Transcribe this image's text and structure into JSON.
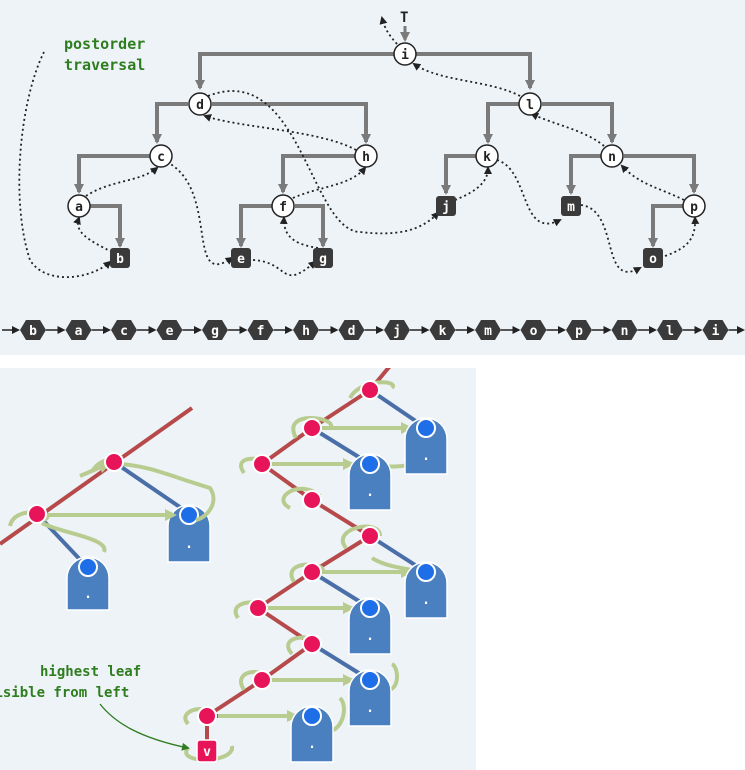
{
  "top_diagram": {
    "caption_lines": [
      "postorder",
      "traversal"
    ],
    "root_pointer_label": "T",
    "colors": {
      "background": "#eef3f8",
      "tree_edge": "#7a7a7a",
      "internal_node_fill": "#ffffff",
      "leaf_node_fill": "#3a3a3a",
      "caption": "#2e7d1f",
      "traversal_path": "#222222"
    },
    "internal_nodes": [
      "i",
      "d",
      "l",
      "c",
      "h",
      "k",
      "n",
      "a",
      "f",
      "p"
    ],
    "leaf_nodes": [
      "b",
      "e",
      "g",
      "j",
      "m",
      "o"
    ],
    "postorder_sequence": [
      "b",
      "a",
      "c",
      "e",
      "g",
      "f",
      "h",
      "d",
      "j",
      "k",
      "m",
      "o",
      "p",
      "n",
      "l",
      "i"
    ]
  },
  "bottom_diagram": {
    "annotation_lines": [
      "highest leaf",
      "visible from left"
    ],
    "marked_leaf_label": "v",
    "colors": {
      "spine_edge": "#b64a4a",
      "right_edge": "#4a6fa8",
      "left_chain_node": "#e8145a",
      "right_child_node": "#1e6ee8",
      "subtree_fill": "#4a7fc0",
      "path_arrow": "#b8cc90",
      "annotation": "#2e7d1f",
      "marked_leaf": "#e8145a"
    },
    "subtree_glyph": "."
  }
}
